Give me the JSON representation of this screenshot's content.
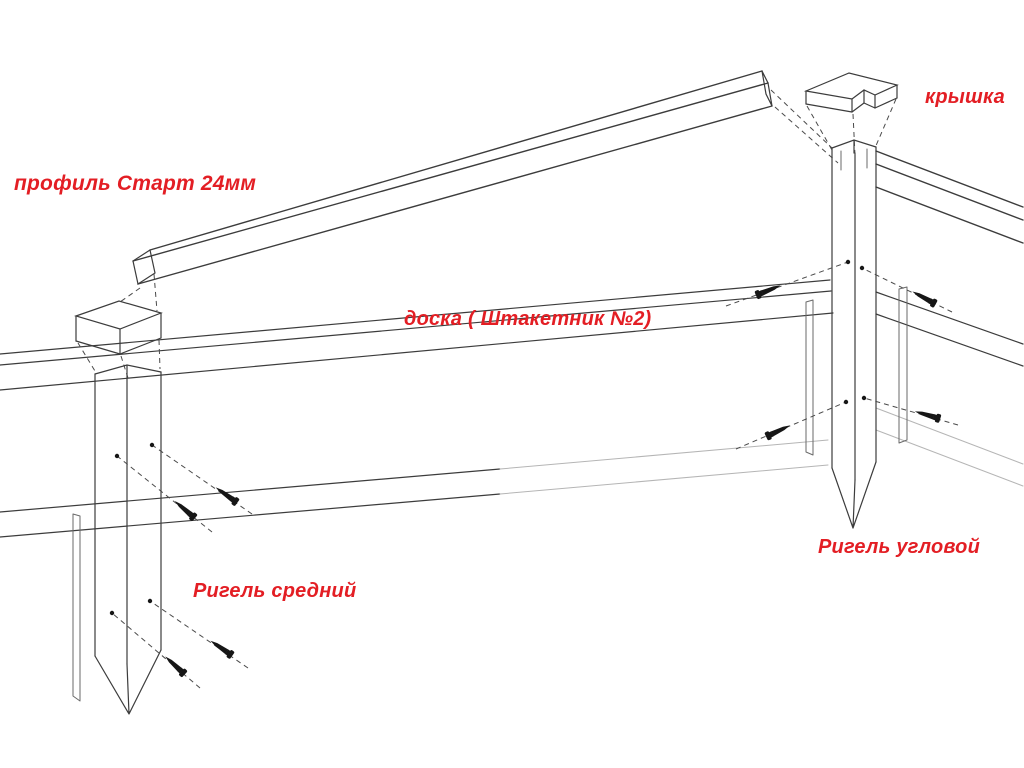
{
  "diagram": {
    "labels": {
      "profile": "профиль Старт 24мм",
      "cap": "крышка",
      "board": "доска ( Штакетник №2)",
      "corner_rail": "Ригель угловой",
      "middle_rail": "Ригель средний"
    },
    "colors": {
      "background": "#ffffff",
      "line": "#3c3c3c",
      "label_text": "#e31e24"
    }
  }
}
